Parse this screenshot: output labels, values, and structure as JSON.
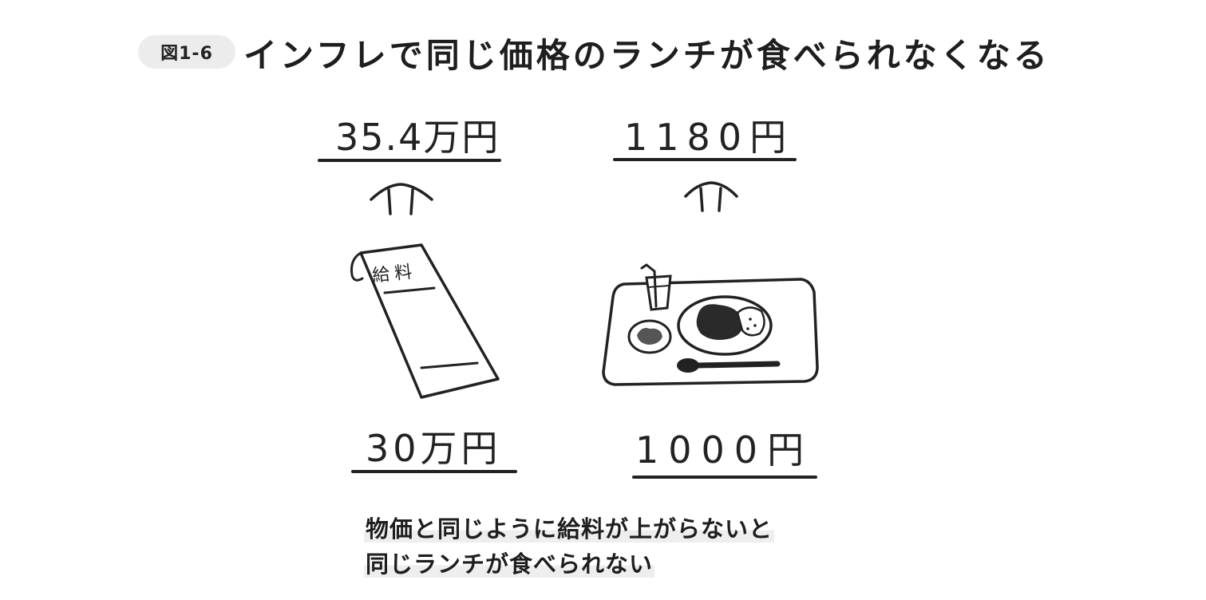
{
  "figure": {
    "badge": "図1-6",
    "title": "インフレで同じ価格のランチが食べられなくなる"
  },
  "salary": {
    "after": "35.4万円",
    "before": "30万円",
    "pay_slip_label": "給料"
  },
  "lunch": {
    "after": "1180円",
    "before": "1000円"
  },
  "caption": {
    "line1": "物価と同じように給料が上がらないと",
    "line2": "同じランチが食べられない"
  },
  "colors": {
    "ink": "#222222",
    "badge_bg": "#ececec",
    "highlight": "#eeeeee"
  },
  "icons": [
    "up-arrow-icon",
    "pay-slip-icon",
    "lunch-tray-icon"
  ]
}
